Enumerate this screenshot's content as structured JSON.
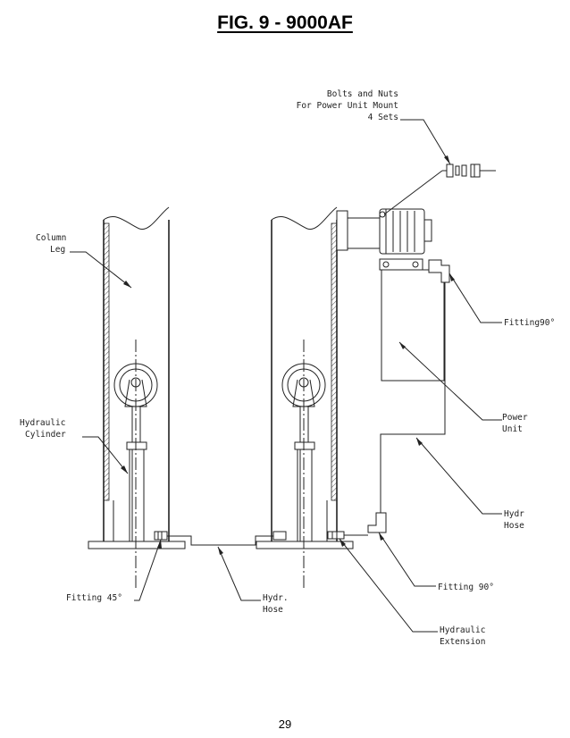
{
  "figure": {
    "title": "FIG. 9 - 9000AF",
    "page_number": "29"
  },
  "labels": {
    "bolts": [
      "Bolts and Nuts",
      "For Power Unit Mount",
      "4 Sets"
    ],
    "column_leg": [
      "Column",
      "Leg"
    ],
    "hydraulic_cylinder": [
      "Hydraulic",
      "Cylinder"
    ],
    "fitting_45": "Fitting 45°",
    "hydr_hose_bottom": [
      "Hydr.",
      "Hose"
    ],
    "hydraulic_extension": [
      "Hydraulic",
      "Extension"
    ],
    "fitting_90_bottom": "Fitting 90°",
    "hydr_hose_right": [
      "Hydr",
      "Hose"
    ],
    "power_unit": [
      "Power",
      "Unit"
    ],
    "fitting_90_top": "Fitting90°"
  }
}
